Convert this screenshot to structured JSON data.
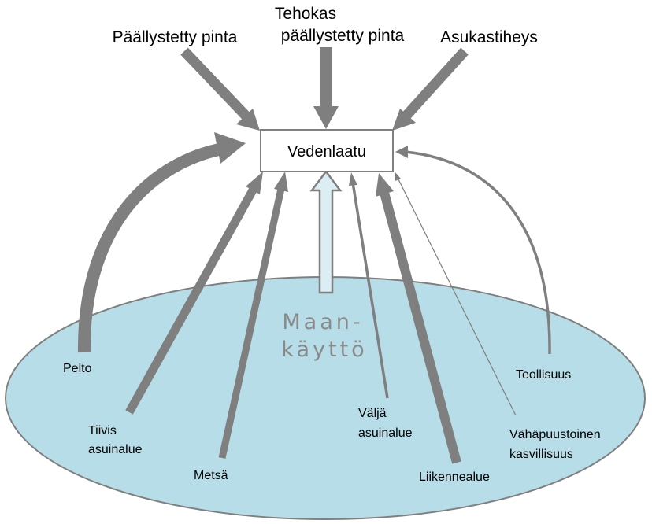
{
  "center_box": {
    "label": "Vedenlaatu"
  },
  "top_factors": {
    "paved": "Päällystetty pinta",
    "effective_paved_line1": "Tehokas",
    "effective_paved_line2": "päällystetty pinta",
    "population": "Asukastiheys"
  },
  "land_use": {
    "line1": "Maan-",
    "line2": "käyttö"
  },
  "land_classes": {
    "field": "Pelto",
    "dense_line1": "Tiivis",
    "dense_line2": "asuinalue",
    "forest": "Metsä",
    "sparse_line1": "Väljä",
    "sparse_line2": "asuinalue",
    "traffic": "Liikennealue",
    "sparse_veg_line1": "Vähäpuustoinen",
    "sparse_veg_line2": "kasvillisuus",
    "industry": "Teollisuus"
  },
  "colors": {
    "arrow_gray": "#7f7f7f",
    "ellipse_fill": "#b7dde8",
    "ellipse_stroke": "#7f7f7f",
    "land_arrow_fill": "#daeef3"
  }
}
